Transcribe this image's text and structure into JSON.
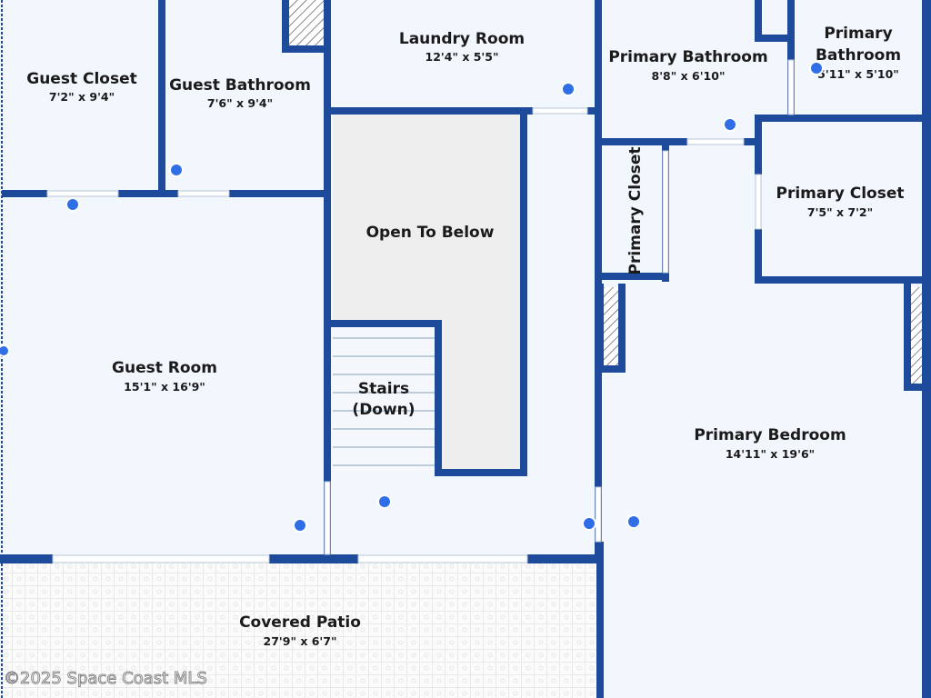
{
  "rooms": {
    "guest_closet": {
      "name": "Guest Closet",
      "dims": "7'2\" x 9'4\""
    },
    "guest_bathroom": {
      "name": "Guest Bathroom",
      "dims": "7'6\" x 9'4\""
    },
    "laundry_room": {
      "name": "Laundry Room",
      "dims": "12'4\" x 5'5\""
    },
    "primary_bathroom_1": {
      "name": "Primary Bathroom",
      "dims": "8'8\" x 6'10\""
    },
    "primary_bathroom_2": {
      "name_line1": "Primary",
      "name_line2": "Bathroom",
      "dims": "5'11\" x 5'10\""
    },
    "primary_closet_small": {
      "name": "Primary Closet"
    },
    "primary_closet": {
      "name": "Primary Closet",
      "dims": "7'5\" x 7'2\""
    },
    "open_to_below": {
      "name": "Open To Below"
    },
    "stairs": {
      "name_line1": "Stairs",
      "name_line2": "(Down)"
    },
    "guest_room": {
      "name": "Guest Room",
      "dims": "15'1\" x 16'9\""
    },
    "primary_bedroom": {
      "name": "Primary Bedroom",
      "dims": "14'11\" x 19'6\""
    },
    "covered_patio": {
      "name": "Covered Patio",
      "dims": "27'9\" x 6'7\""
    }
  },
  "watermark": "©2025 Space Coast MLS",
  "colors": {
    "wall": "#1e4a9c",
    "floor": "#f2f7fd",
    "open_below": "#eeeeef",
    "marker": "#2f6ee6"
  }
}
